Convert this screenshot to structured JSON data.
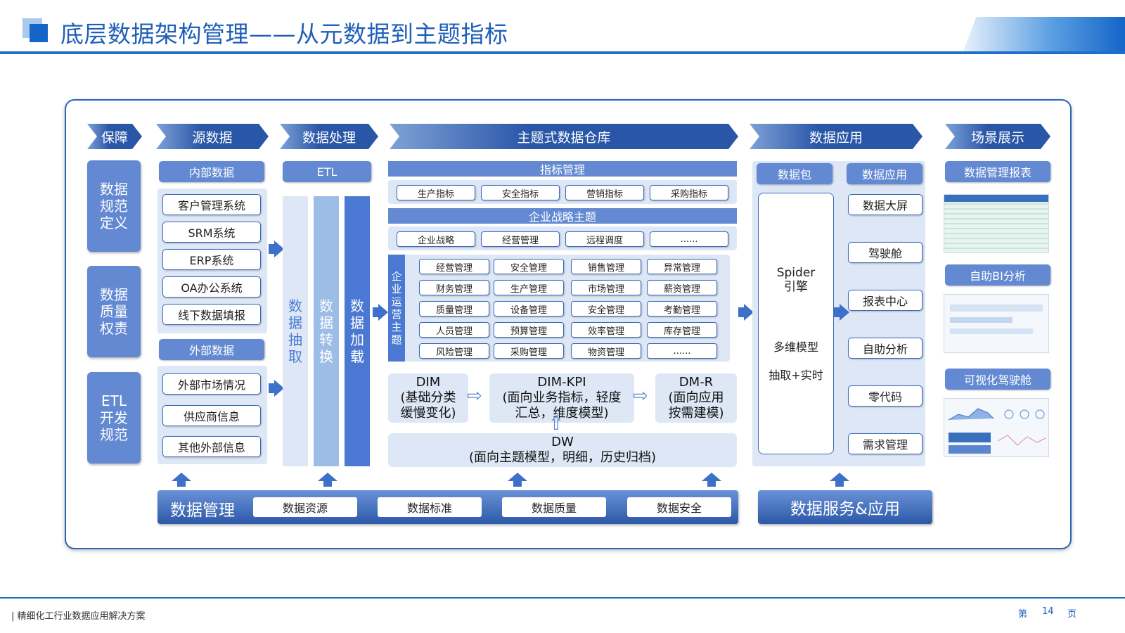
{
  "header": {
    "title": "底层数据架构管理——从元数据到主题指标"
  },
  "columns": {
    "baozhang": "保障",
    "yuanshuju": "源数据",
    "shujuchuli": "数据处理",
    "zhuti": "主题式数据仓库",
    "shujuyingyong": "数据应用",
    "changjing": "场景展示"
  },
  "baozhang": [
    "数据\n规范\n定义",
    "数据\n质量\n权责",
    "ETL\n开发\n规范"
  ],
  "source": {
    "internal_header": "内部数据",
    "internal": [
      "客户管理系统",
      "SRM系统",
      "ERP系统",
      "OA办公系统",
      "线下数据填报"
    ],
    "external_header": "外部数据",
    "external": [
      "外部市场情况",
      "供应商信息",
      "其他外部信息"
    ]
  },
  "processing": {
    "etl": "ETL",
    "cols": [
      "数\n据\n抽\n取",
      "数\n据\n转\n换",
      "数\n据\n加\n载"
    ]
  },
  "warehouse": {
    "indicators_header": "指标管理",
    "indicators": [
      "生产指标",
      "安全指标",
      "营销指标",
      "采购指标"
    ],
    "strategy_header": "企业战略主题",
    "strategy": [
      "企业战略",
      "经营管理",
      "远程调度",
      "......"
    ],
    "ops_label": "企\n业\n运\n营\n主\n题",
    "ops": [
      [
        "经营管理",
        "安全管理",
        "销售管理",
        "异常管理"
      ],
      [
        "财务管理",
        "生产管理",
        "市场管理",
        "薪资管理"
      ],
      [
        "质量管理",
        "设备管理",
        "安全管理",
        "考勤管理"
      ],
      [
        "人员管理",
        "预算管理",
        "效率管理",
        "库存管理"
      ],
      [
        "风险管理",
        "采购管理",
        "物资管理",
        "......"
      ]
    ],
    "dim": "DIM\n(基础分类\n缓慢变化)",
    "dimkpi": "DIM-KPI\n(面向业务指标，轻度\n汇总，维度模型)",
    "dmr": "DM-R\n(面向应用\n按需建模)",
    "dw": "DW\n(面向主题模型，明细，历史归档)"
  },
  "app": {
    "pkg_header": "数据包",
    "app_header": "数据应用",
    "spider": "Spider\n引擎",
    "model": "多维模型",
    "extract": "抽取+实时",
    "items": [
      "数据大屏",
      "驾驶舱",
      "报表中心",
      "自助分析",
      "零代码",
      "需求管理"
    ]
  },
  "scene": {
    "items": [
      "数据管理报表",
      "自助BI分析",
      "可视化驾驶舱"
    ]
  },
  "mgmt": {
    "title": "数据管理",
    "items": [
      "数据资源",
      "数据标准",
      "数据质量",
      "数据安全"
    ]
  },
  "service": {
    "title": "数据服务&应用"
  },
  "footer": {
    "text": "| 精细化工行业数据应用解决方案",
    "pg_prefix": "第",
    "pg_num": "14",
    "pg_suffix": "页"
  }
}
